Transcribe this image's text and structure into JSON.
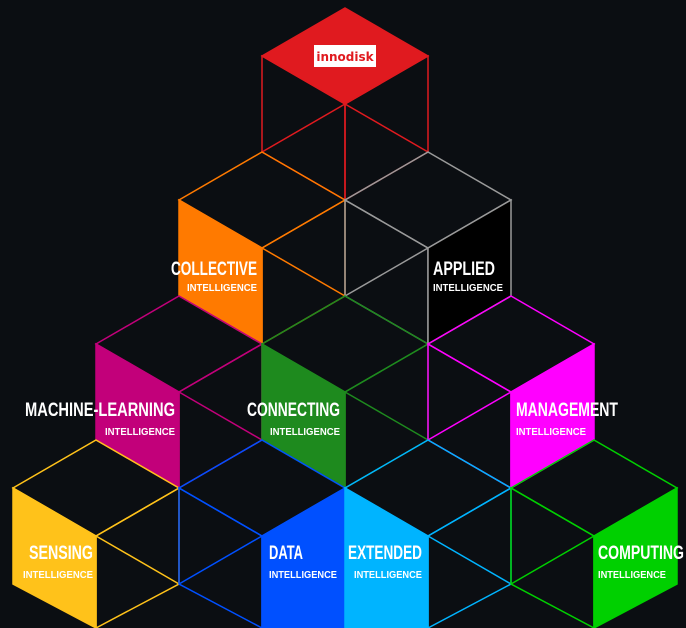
{
  "logo": {
    "text": "innodisk",
    "color": "#e01a1f"
  },
  "colors": {
    "background": "#0b0e12",
    "red": "#e01a1f",
    "orange": "#ff7a00",
    "gray": "#9a9a9a",
    "magenta_dark": "#c2007a",
    "green_dark": "#1e8a1e",
    "magenta": "#ff00ff",
    "yellow": "#ffc21a",
    "blue": "#0050ff",
    "cyan": "#00b4ff",
    "green": "#00d000"
  },
  "cubes": [
    {
      "id": "collective",
      "title": "COLLECTIVE",
      "subtitle": "INTELLIGENCE"
    },
    {
      "id": "applied",
      "title": "APPLIED",
      "subtitle": "INTELLIGENCE"
    },
    {
      "id": "machine-learning",
      "title": "MACHINE-LEARNING",
      "subtitle": "INTELLIGENCE"
    },
    {
      "id": "connecting",
      "title": "CONNECTING",
      "subtitle": "INTELLIGENCE"
    },
    {
      "id": "management",
      "title": "MANAGEMENT",
      "subtitle": "INTELLIGENCE"
    },
    {
      "id": "sensing",
      "title": "SENSING",
      "subtitle": "INTELLIGENCE"
    },
    {
      "id": "data",
      "title": "DATA",
      "subtitle": "INTELLIGENCE"
    },
    {
      "id": "extended",
      "title": "EXTENDED",
      "subtitle": "INTELLIGENCE"
    },
    {
      "id": "computing",
      "title": "COMPUTING",
      "subtitle": "INTELLIGENCE"
    }
  ]
}
